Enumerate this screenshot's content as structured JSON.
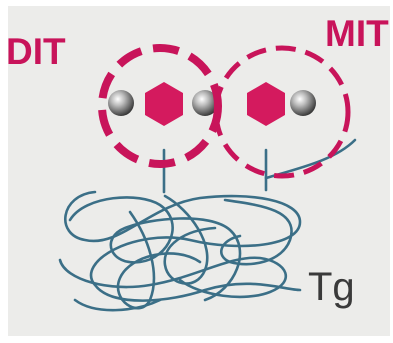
{
  "labels": {
    "dit": "DIT",
    "mit": "MIT",
    "tg": "Tg"
  },
  "colors": {
    "accent": "#c8145a",
    "hexagon": "#d41a5e",
    "strand": "#3b6f87",
    "background": "#ececea",
    "text": "#3a3a3a",
    "iodine": "#6e6e6e"
  },
  "molecules": [
    {
      "name": "DIT",
      "iodine_atoms": 2
    },
    {
      "name": "MIT",
      "iodine_atoms": 1
    }
  ]
}
